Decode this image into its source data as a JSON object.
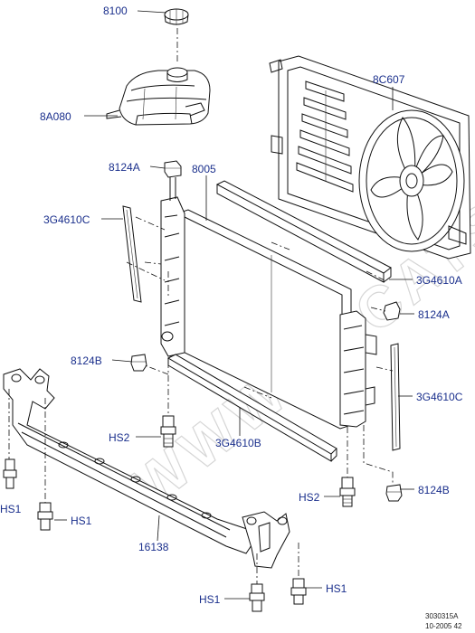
{
  "labels": {
    "l8100": "8100",
    "l8A080": "8A080",
    "l8C607": "8C607",
    "l8124A_top": "8124A",
    "l8005": "8005",
    "l3G4610C_left": "3G4610C",
    "l3G4610A": "3G4610A",
    "l8124A_right": "8124A",
    "l8124B_left": "8124B",
    "l3G4610C_right": "3G4610C",
    "lHS2_left": "HS2",
    "l3G4610B": "3G4610B",
    "lHS1_far_left": "HS1",
    "lHS2_right": "HS2",
    "l8124B_right": "8124B",
    "lHS1_left": "HS1",
    "l16138": "16138",
    "lHS1_right": "HS1",
    "lHS1_bottom": "HS1"
  },
  "reference": {
    "drawing_no": "3030315A",
    "date": "10-2005 42"
  },
  "watermark": "WWW.ELCATS.RU",
  "colors": {
    "label": "#1a2f8c",
    "line": "#111111",
    "background": "#ffffff"
  }
}
